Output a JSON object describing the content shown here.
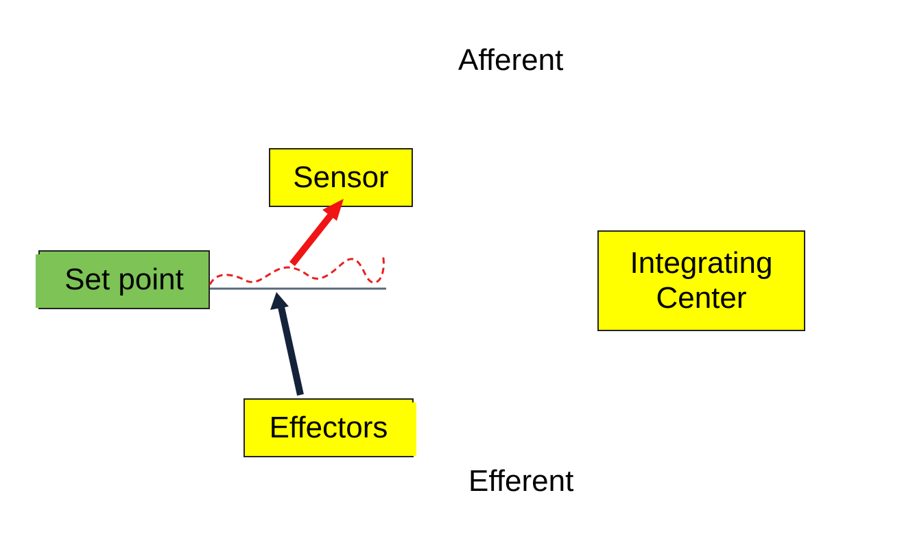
{
  "labels": {
    "afferent": "Afferent",
    "efferent": "Efferent"
  },
  "boxes": {
    "sensor": "Sensor",
    "set_point": "Set point",
    "integrating_center_line1": "Integrating",
    "integrating_center_line2": "Center",
    "effectors": "Effectors"
  },
  "colors": {
    "box_yellow": "#ffff00",
    "set_point_green": "#7dc356",
    "sensor_arrow_red": "#f01414",
    "effector_arrow_navy": "#14233a",
    "fluctuation_dashed_red": "#e82020",
    "set_point_line": "#5a6878"
  },
  "icons": {
    "sensor_arrow": "arrow-up-right",
    "effector_arrow": "arrow-up"
  }
}
